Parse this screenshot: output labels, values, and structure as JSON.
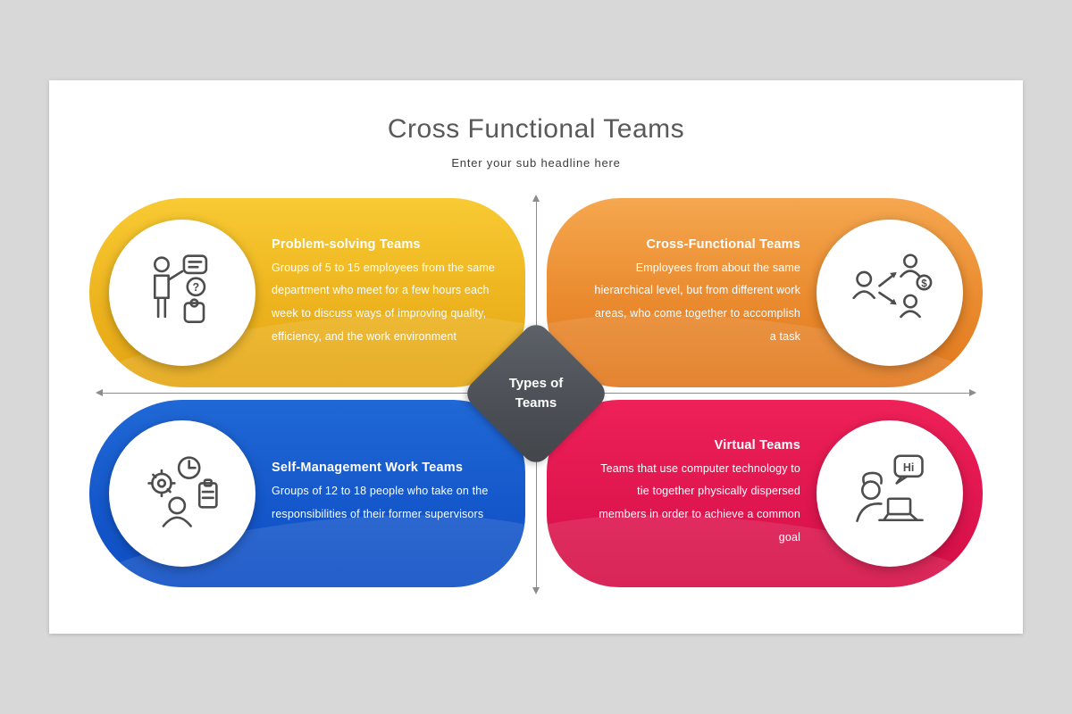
{
  "header": {
    "title": "Cross Functional Teams",
    "subtitle": "Enter your sub headline here"
  },
  "center": {
    "line1": "Types of",
    "line2": "Teams",
    "color": "#53575c"
  },
  "colors": {
    "canvas_background": "#d8d8d8",
    "slide_background": "#ffffff",
    "axis_gray": "#8c8c8c",
    "title_gray": "#595959"
  },
  "quadrants": [
    {
      "position": "top-left",
      "title": "Problem-solving Teams",
      "description": "Groups of 5 to 15 employees from the same department who meet for a few hours each week to discuss ways of improving quality, efficiency, and the work environment",
      "icon": "person-puzzle-icon",
      "icon_text": "?",
      "gradient_start": "#f8ca33",
      "gradient_end": "#e4a513"
    },
    {
      "position": "top-right",
      "title": "Cross-Functional Teams",
      "description": "Employees from about the same hierarchical level, but from different work areas, who come together to accomplish a task",
      "icon": "people-exchange-icon",
      "icon_text": "$",
      "gradient_start": "#f5a74f",
      "gradient_end": "#e0771c"
    },
    {
      "position": "bottom-left",
      "title": "Self-Management Work Teams",
      "description": "Groups of 12 to 18 people who take on the responsibilities of their former supervisors",
      "icon": "gear-clock-clipboard-icon",
      "gradient_start": "#2068d6",
      "gradient_end": "#0d4ec4"
    },
    {
      "position": "bottom-right",
      "title": "Virtual Teams",
      "description": "Teams that use computer technology to tie together physically dispersed members in order to achieve a common goal",
      "icon": "person-laptop-icon",
      "icon_text": "Hi",
      "gradient_start": "#ee2158",
      "gradient_end": "#d30e45"
    }
  ]
}
